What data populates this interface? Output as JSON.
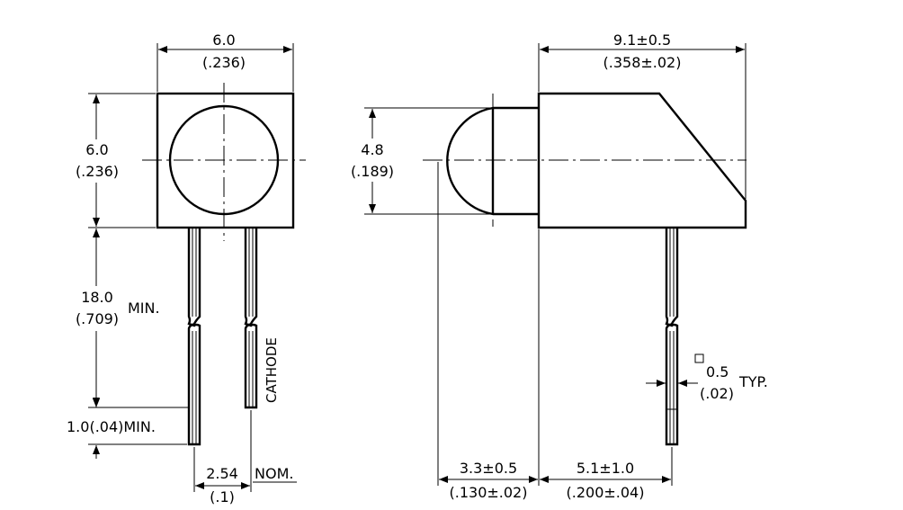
{
  "front_view": {
    "width_mm": "6.0",
    "width_in": "(.236)",
    "height_mm": "6.0",
    "height_in": "(.236)",
    "lead_length_mm": "18.0",
    "lead_length_in": "(.709)",
    "lead_length_qual": "MIN.",
    "lead_end": "1.0(.04)MIN.",
    "pitch_mm": "2.54",
    "pitch_qual": "NOM.",
    "pitch_in": "(.1)",
    "cathode_label": "CATHODE"
  },
  "side_view": {
    "length": "9.1±0.5",
    "length_in": "(.358±.02)",
    "lens_dia_mm": "4.8",
    "lens_dia_in": "(.189)",
    "lens_proj": "3.3±0.5",
    "lens_proj_in": "(.130±.02)",
    "lead_offset": "5.1±1.0",
    "lead_offset_in": "(.200±.04)",
    "lead_size": "0.5",
    "lead_size_in": "(.02)",
    "lead_size_qual": "TYP."
  }
}
